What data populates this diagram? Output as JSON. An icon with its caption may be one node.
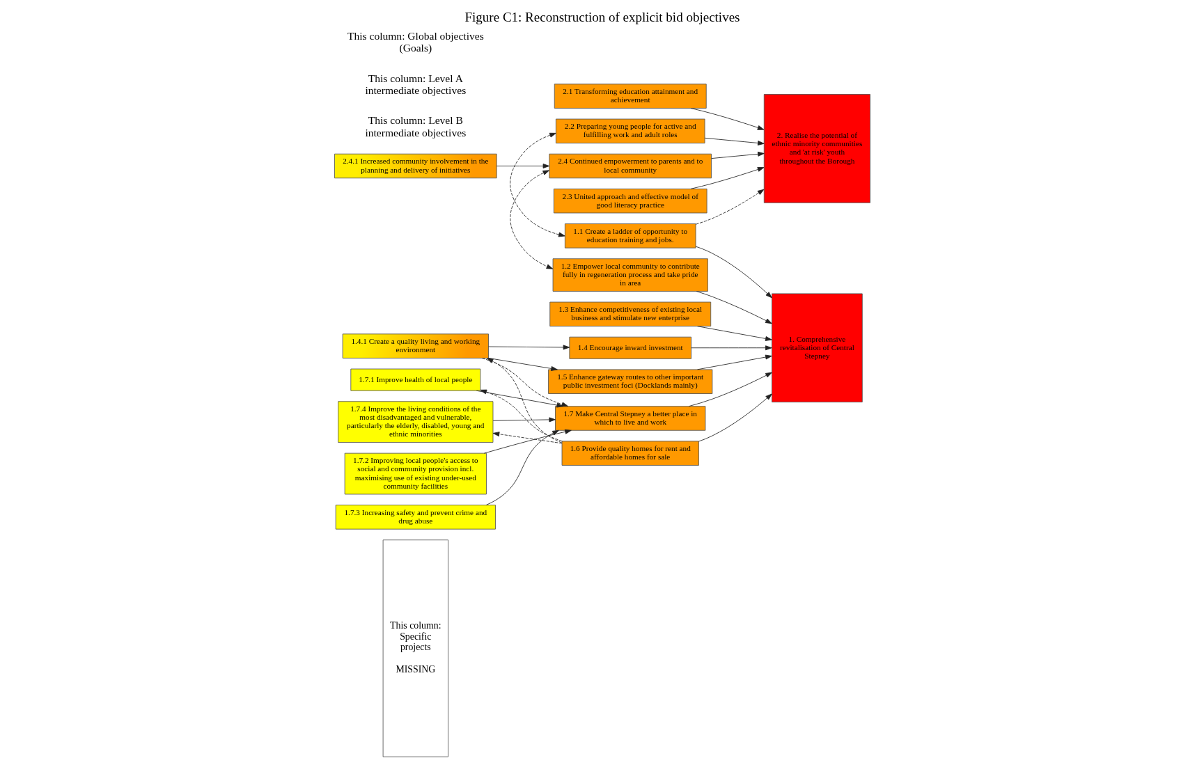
{
  "diagram": {
    "title": "Figure C1: Reconstruction of explicit bid objectives",
    "nodes": [
      {
        "text": [
          "This column: Specific projects",
          "MISSING"
        ]
      },
      {
        "text": [
          "2.1 Transforming education attainment and achievement"
        ]
      },
      {
        "text": [
          "2.2 Preparing young people for active and fulfilling work and adult roles"
        ]
      },
      {
        "text": [
          "2.3 United approach and effective model of good literacy practice"
        ]
      },
      {
        "text": [
          "2.4.1 Increased community involvement in the planning and delivery of initiatives"
        ]
      },
      {
        "text": [
          "2.4 Continued empowerment to parents and to local community"
        ]
      },
      {
        "text": [
          "2. Realise the potential of ethnic minority communities and 'at risk' youth throughout the Borough"
        ]
      },
      {
        "text": [
          "1.1 Create a ladder of opportunity to education training and jobs."
        ]
      },
      {
        "text": [
          "1.2 Empower local community to contribute fully in regeneration process and take pride in area"
        ]
      },
      {
        "text": [
          "1.3 Enhance competitiveness of existing local business and stimulate new enterprise"
        ]
      },
      {
        "text": [
          "1.4.1 Create a quality living and working environment"
        ]
      },
      {
        "text": [
          "1.4 Encourage inward investment"
        ]
      },
      {
        "text": [
          "1.5 Enhance gateway routes to other important public investment foci (Docklands mainly)"
        ]
      },
      {
        "text": [
          "1.7.1 Improve health of local people"
        ]
      },
      {
        "text": [
          "1.6 Provide quality homes for rent and affordable homes for sale"
        ]
      },
      {
        "text": [
          "1.7.2 Improving local people's access to social and community provision incl. maximising use of existing under-used community facilities"
        ]
      },
      {
        "text": [
          "1.7.3 Increasing safety and prevent crime and drug abuse"
        ]
      },
      {
        "text": [
          "1.7.4 Improve the living conditions of the most disadvantaged and vulnerable, particularly the elderly, disabled, young and ethnic minorities"
        ]
      },
      {
        "text": [
          "1.7 Make Central Stepney a better place in which to live and work"
        ]
      },
      {
        "text": [
          "1. Comprehensive revitalisation of Central Stepney"
        ]
      }
    ],
    "edges": [
      {
        "from": 1,
        "to": 6,
        "arrow": "to"
      },
      {
        "from": 2,
        "to": 6,
        "arrow": "to"
      },
      {
        "from": 3,
        "to": 6,
        "arrow": "to"
      },
      {
        "from": 5,
        "to": 6,
        "arrow": "to"
      },
      {
        "from": 4,
        "to": 5,
        "arrow": "to"
      },
      {
        "from": 5,
        "to": 8,
        "arrow": "both",
        "style": "dashed"
      },
      {
        "from": 2,
        "to": 7,
        "arrow": "both",
        "style": "dashed"
      },
      {
        "from": 7,
        "to": 6,
        "arrow": "to",
        "style": "dashed"
      },
      {
        "from": 7,
        "to": 19,
        "arrow": "to"
      },
      {
        "from": 8,
        "to": 19,
        "arrow": "to"
      },
      {
        "from": 9,
        "to": 19,
        "arrow": "to"
      },
      {
        "from": 11,
        "to": 19,
        "arrow": "to"
      },
      {
        "from": 12,
        "to": 19,
        "arrow": "to"
      },
      {
        "from": 14,
        "to": 19,
        "arrow": "to"
      },
      {
        "from": 18,
        "to": 19,
        "arrow": "to"
      },
      {
        "from": 10,
        "to": 11,
        "arrow": "to"
      },
      {
        "from": 10,
        "to": 12,
        "arrow": "to"
      },
      {
        "from": 14,
        "to": 10,
        "arrow": "to",
        "style": "dashed"
      },
      {
        "from": 14,
        "to": 13,
        "arrow": "to",
        "style": "dashed"
      },
      {
        "from": 10,
        "to": 18,
        "arrow": "to",
        "style": "dashed"
      },
      {
        "from": 14,
        "to": 17,
        "arrow": "to",
        "style": "dashed"
      },
      {
        "from": 13,
        "to": 18,
        "arrow": "to"
      },
      {
        "from": 15,
        "to": 18,
        "arrow": "to"
      },
      {
        "from": 16,
        "to": 18,
        "arrow": "to"
      },
      {
        "from": 17,
        "to": 18,
        "arrow": "to"
      }
    ],
    "labels": [
      "This column: Level B intermediate objectives",
      "This column: Level A intermediate objectives",
      "This column: Global objectives (Goals)"
    ]
  }
}
